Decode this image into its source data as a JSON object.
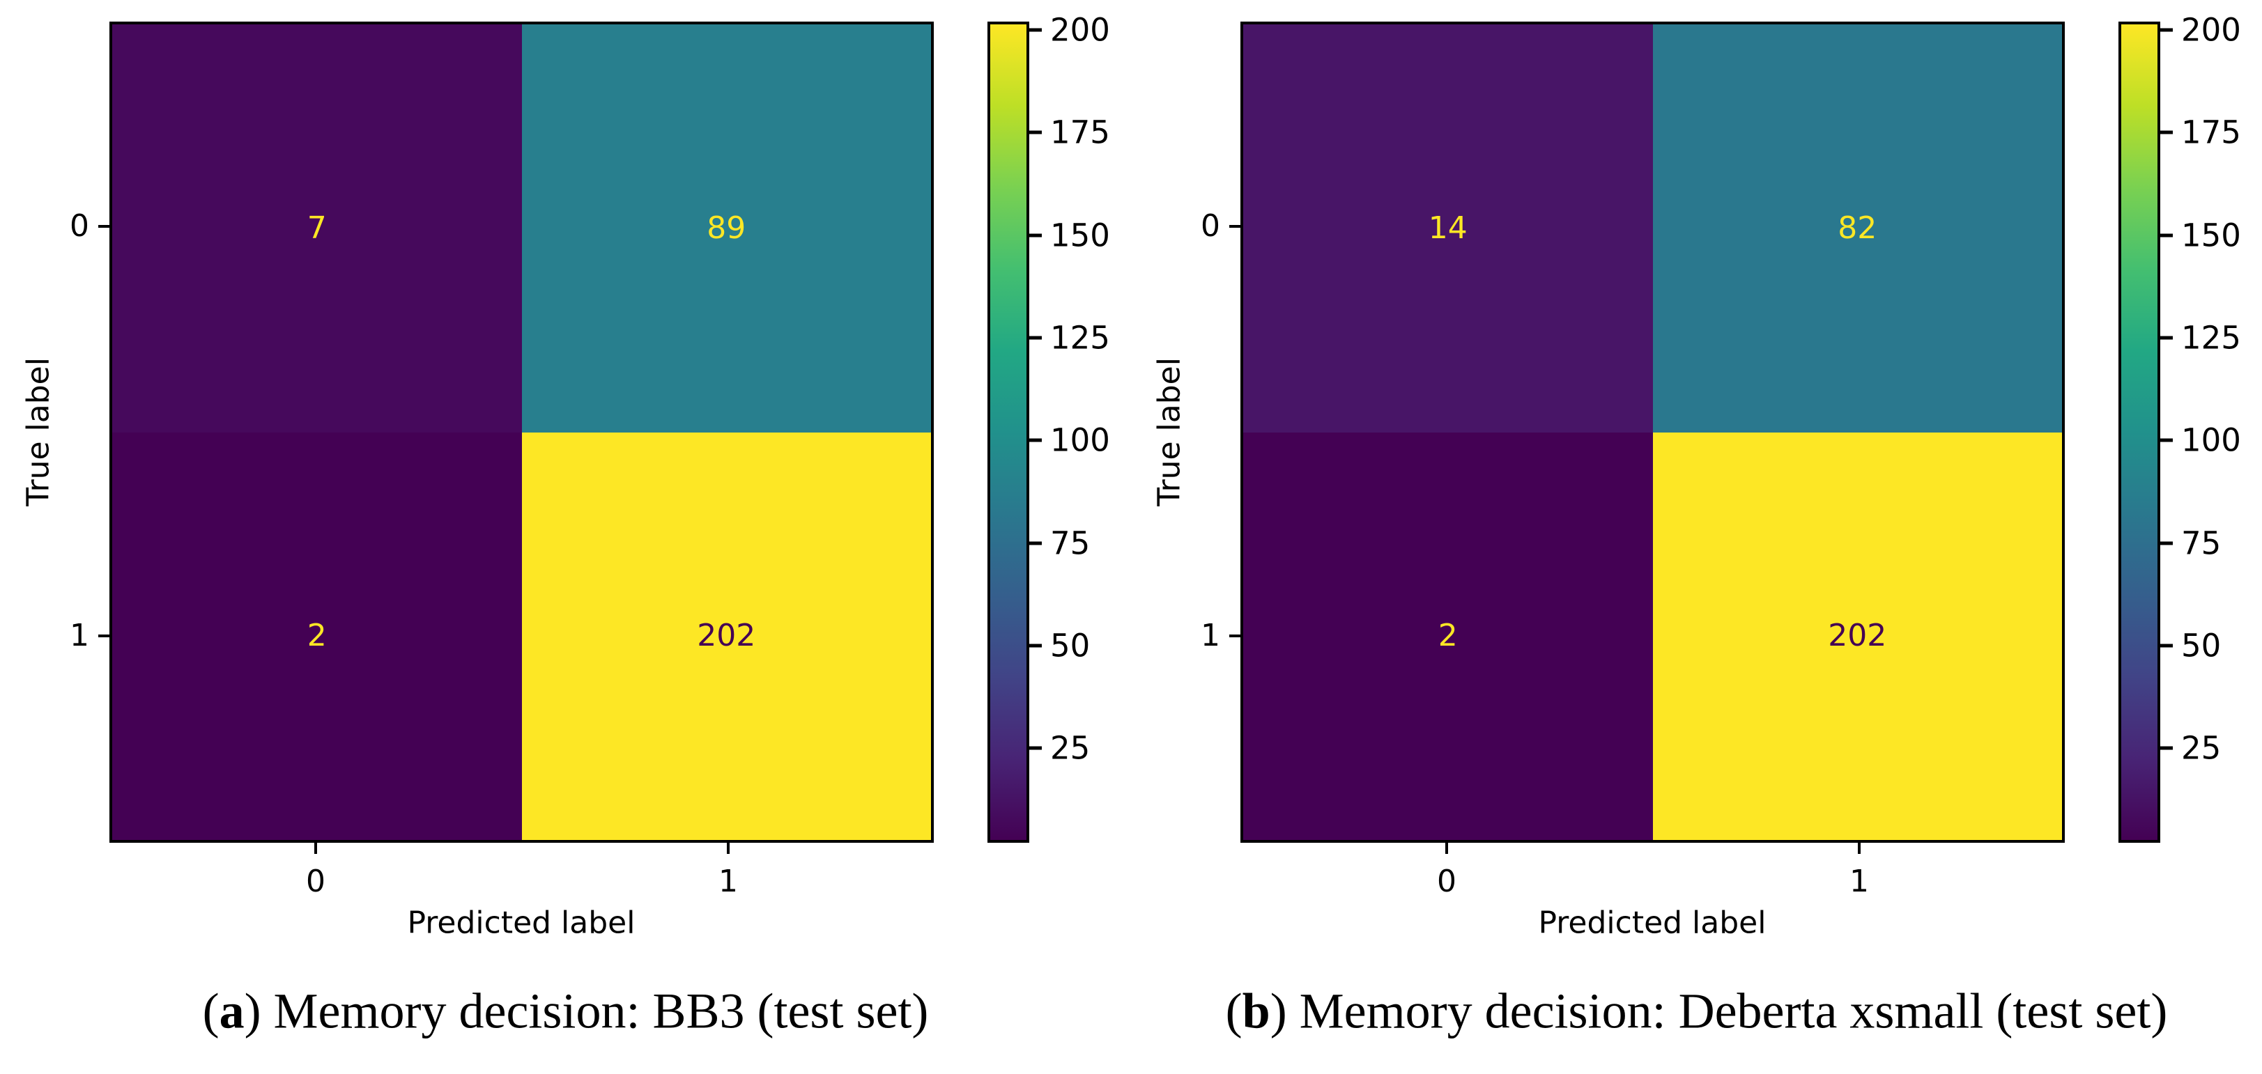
{
  "figure_background": "#ffffff",
  "text_color": "#000000",
  "cell_value_text_color_light": "#fde725",
  "cell_value_text_color_dark": "#440154",
  "viridis_gradient_stops": [
    "#440154",
    "#482475",
    "#414487",
    "#355f8d",
    "#2a788e",
    "#21918c",
    "#22a884",
    "#44bf70",
    "#7ad151",
    "#bddf26",
    "#fde725"
  ],
  "chart_data": [
    {
      "type": "heatmap",
      "panel_label": "a",
      "title": "(a) Memory decision: BB3 (test set)",
      "caption": {
        "open": "(",
        "letter": "a",
        "rest": ") Memory decision: BB3 (test set)"
      },
      "xlabel": "Predicted label",
      "ylabel": "True label",
      "x_categories": [
        "0",
        "1"
      ],
      "y_categories": [
        "0",
        "1"
      ],
      "values": [
        [
          7,
          89
        ],
        [
          2,
          202
        ]
      ],
      "vmin": 2,
      "vmax": 202,
      "colormap": "viridis",
      "legend_position": "right-colorbar",
      "grid": false,
      "colorbar_ticks": [
        25,
        50,
        75,
        100,
        125,
        150,
        175,
        200
      ],
      "cell_colors": [
        [
          "#46095c",
          "#287f8e"
        ],
        [
          "#440154",
          "#fde725"
        ]
      ],
      "cell_text_colors": [
        [
          "#fde725",
          "#fde725"
        ],
        [
          "#fde725",
          "#440154"
        ]
      ]
    },
    {
      "type": "heatmap",
      "panel_label": "b",
      "title": "(b) Memory decision: Deberta xsmall (test set)",
      "caption": {
        "open": "(",
        "letter": "b",
        "rest": ") Memory decision: Deberta xsmall (test set)"
      },
      "xlabel": "Predicted label",
      "ylabel": "True label",
      "x_categories": [
        "0",
        "1"
      ],
      "y_categories": [
        "0",
        "1"
      ],
      "values": [
        [
          14,
          82
        ],
        [
          2,
          202
        ]
      ],
      "vmin": 2,
      "vmax": 202,
      "colormap": "viridis",
      "legend_position": "right-colorbar",
      "grid": false,
      "colorbar_ticks": [
        25,
        50,
        75,
        100,
        125,
        150,
        175,
        200
      ],
      "cell_colors": [
        [
          "#481567",
          "#2a788e"
        ],
        [
          "#440154",
          "#fde725"
        ]
      ],
      "cell_text_colors": [
        [
          "#fde725",
          "#fde725"
        ],
        [
          "#fde725",
          "#440154"
        ]
      ]
    }
  ]
}
